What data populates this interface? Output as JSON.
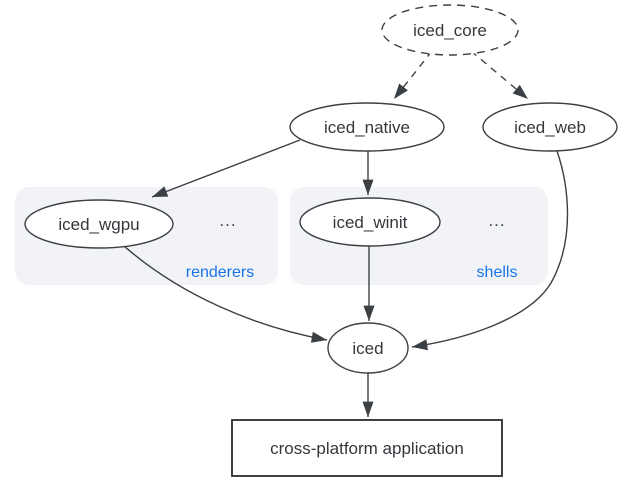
{
  "diagram": {
    "type": "dependency-graph",
    "colors": {
      "background": "#ffffff",
      "node_stroke": "#3b4045",
      "text": "#34383d",
      "group_label_blue": "#1a73e8",
      "group_fill": "#f1f3f7"
    },
    "nodes": {
      "iced_core": {
        "label": "iced_core",
        "shape": "ellipse",
        "border": "dashed"
      },
      "iced_native": {
        "label": "iced_native",
        "shape": "ellipse",
        "border": "solid"
      },
      "iced_web": {
        "label": "iced_web",
        "shape": "ellipse",
        "border": "solid"
      },
      "iced_wgpu": {
        "label": "iced_wgpu",
        "shape": "ellipse",
        "border": "solid"
      },
      "iced_winit": {
        "label": "iced_winit",
        "shape": "ellipse",
        "border": "solid"
      },
      "iced": {
        "label": "iced",
        "shape": "ellipse",
        "border": "solid"
      },
      "application": {
        "label": "cross-platform application",
        "shape": "rectangle",
        "border": "solid"
      }
    },
    "groups": {
      "renderers": {
        "label": "renderers",
        "ellipsis": "...",
        "contains": [
          "iced_wgpu"
        ]
      },
      "shells": {
        "label": "shells",
        "ellipsis": "...",
        "contains": [
          "iced_winit"
        ]
      }
    },
    "edges": [
      {
        "from": "iced_core",
        "to": "iced_native",
        "style": "dashed"
      },
      {
        "from": "iced_core",
        "to": "iced_web",
        "style": "dashed"
      },
      {
        "from": "iced_native",
        "to": "iced_wgpu",
        "style": "solid"
      },
      {
        "from": "iced_native",
        "to": "iced_winit",
        "style": "solid"
      },
      {
        "from": "iced_wgpu",
        "to": "iced",
        "style": "solid"
      },
      {
        "from": "iced_winit",
        "to": "iced",
        "style": "solid"
      },
      {
        "from": "iced_web",
        "to": "iced",
        "style": "solid"
      },
      {
        "from": "iced",
        "to": "application",
        "style": "solid"
      }
    ]
  }
}
